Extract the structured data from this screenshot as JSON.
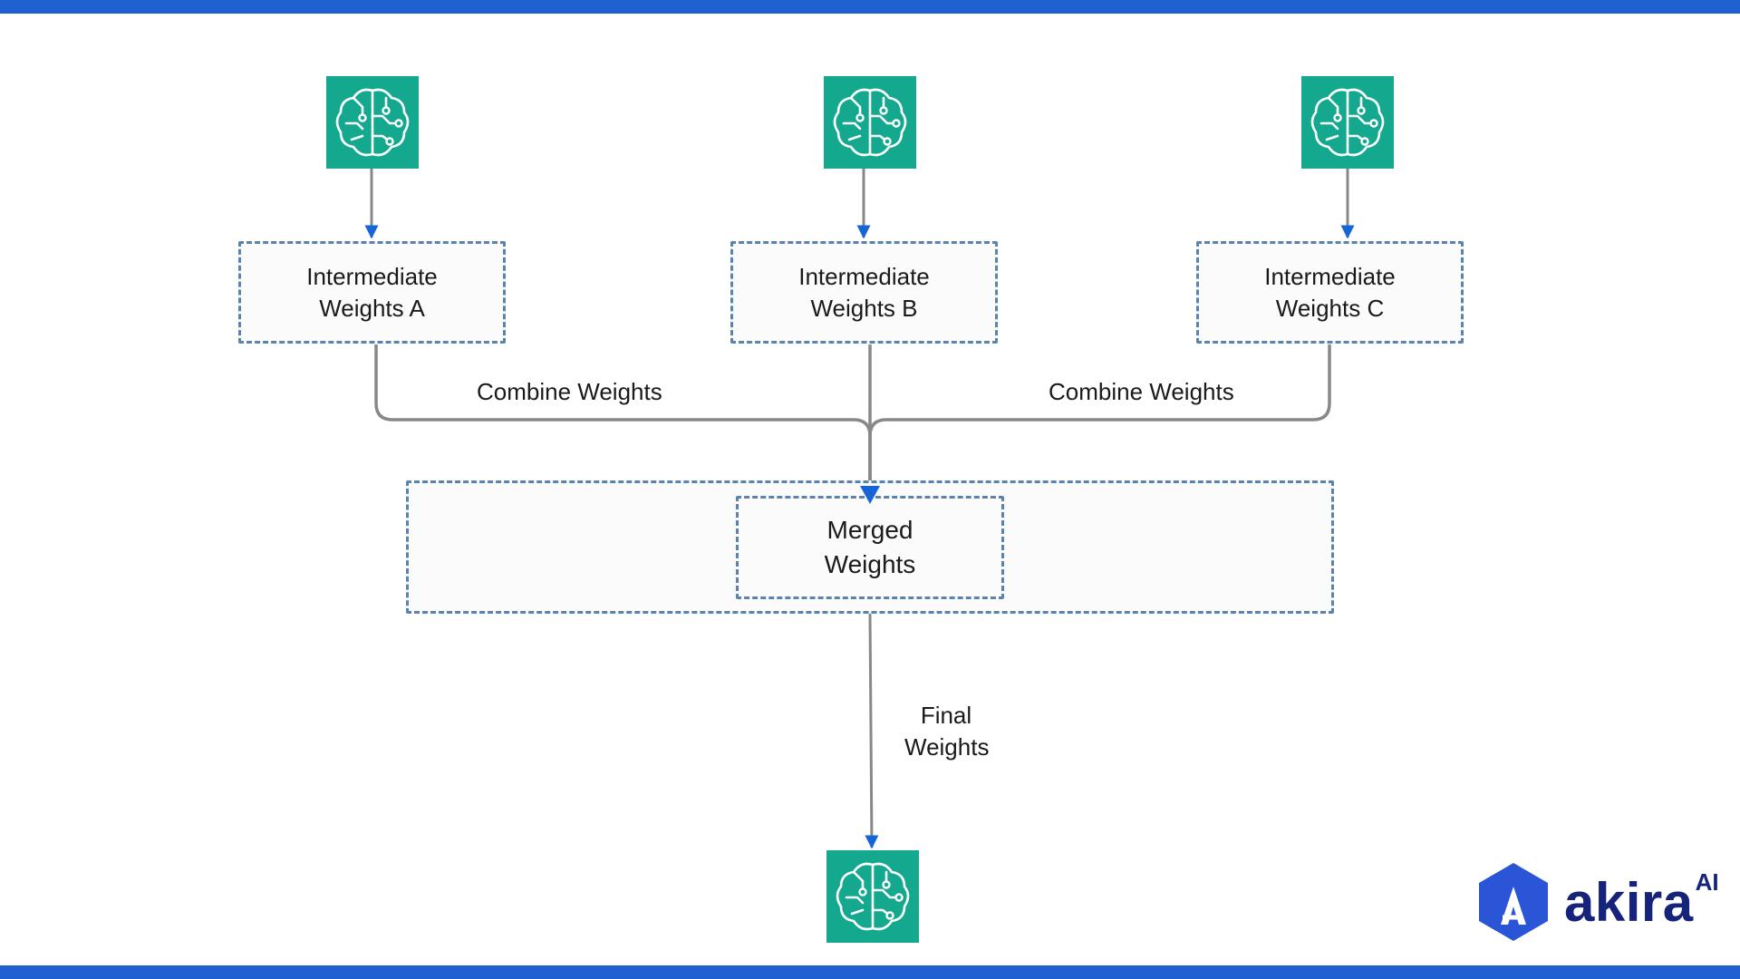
{
  "nodes": {
    "box_a": [
      "Intermediate",
      "Weights A"
    ],
    "box_b": [
      "Intermediate",
      "Weights B"
    ],
    "box_c": [
      "Intermediate",
      "Weights C"
    ],
    "merged": [
      "Merged",
      "Weights"
    ]
  },
  "edges": {
    "combine_left": "Combine Weights",
    "combine_right": "Combine Weights",
    "final": [
      "Final",
      "Weights"
    ]
  },
  "icons": {
    "model": "brain-circuit-icon",
    "logo": "akira-logo-icon"
  },
  "logo": {
    "word": "akira",
    "sup": "AI"
  },
  "colors": {
    "accent_bar": "#1f60d0",
    "arrowhead": "#1565d8",
    "connector": "#888888",
    "box_border": "#5b84ad",
    "model_tile": "#14a98f",
    "logo_navy": "#16237a"
  }
}
